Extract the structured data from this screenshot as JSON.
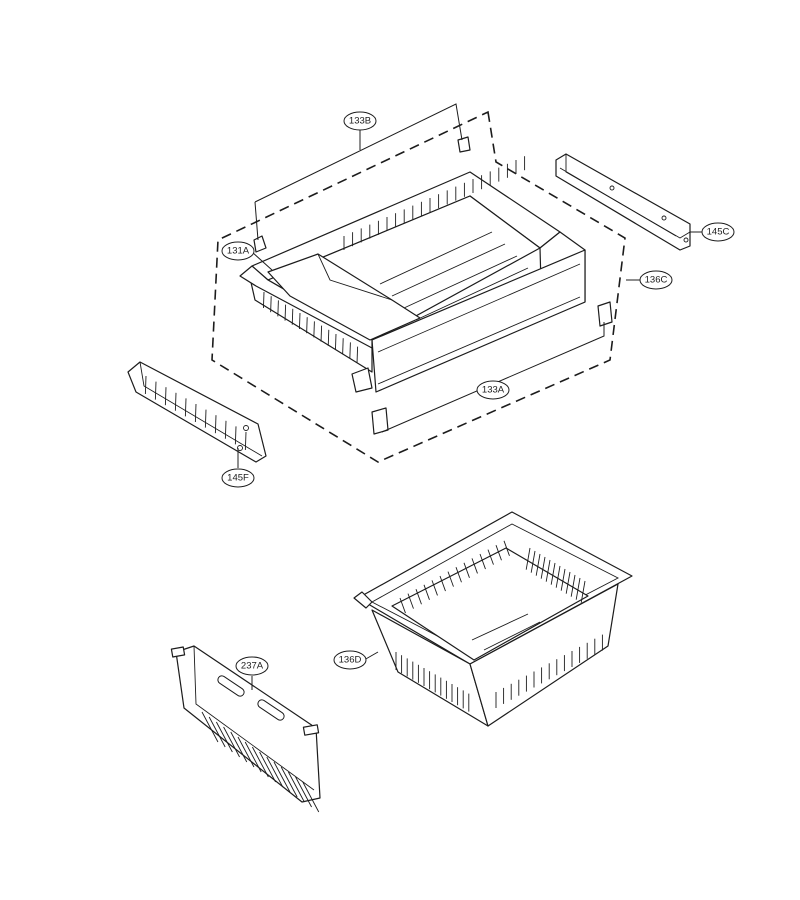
{
  "callouts": {
    "c133b": "133B",
    "c131a": "131A",
    "c145c": "145C",
    "c136c": "136C",
    "c133a": "133A",
    "c145f": "145F",
    "c237a": "237A",
    "c136d": "136D"
  },
  "colors": {
    "line": "#1c1c1c",
    "background": "#ffffff"
  }
}
